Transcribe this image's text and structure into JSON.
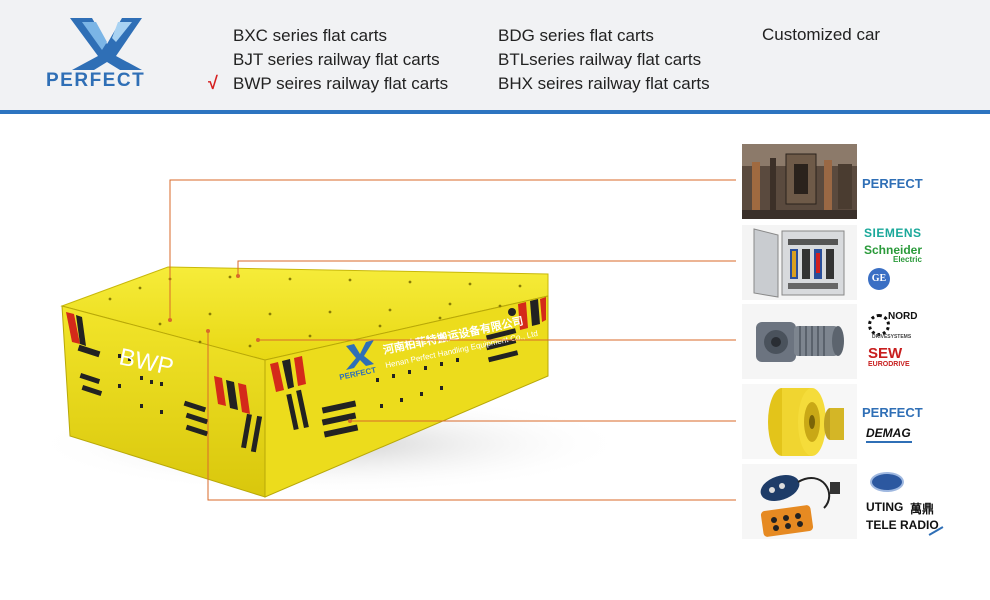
{
  "brand": {
    "logo_text": "PERFECT",
    "primary_color": "#2d74c0",
    "cart_color": "#f0e51f",
    "check_color": "#d62020"
  },
  "nav": {
    "items": [
      {
        "label": "BXC series flat carts"
      },
      {
        "label": "BJT series railway flat carts"
      },
      {
        "label": "BWP seires railway flat carts",
        "selected": true
      },
      {
        "label": "BDG series flat carts"
      },
      {
        "label": "BTLseries railway flat carts"
      },
      {
        "label": "BHX seires railway flat carts"
      },
      {
        "label": "Customized  car"
      }
    ],
    "check_mark": "√"
  },
  "cart": {
    "model": "BWP",
    "company_cn": "河南柏菲特搬运设备有限公司",
    "company_en": "Henan Perfect Handling Equipment Co., Ltd",
    "logo_text": "PERFECT"
  },
  "components": [
    {
      "name": "steel-structure",
      "brands": [
        "PERFECT"
      ]
    },
    {
      "name": "electric-cabinet",
      "brands": [
        "SIEMENS",
        "Schneider",
        "Electric",
        "GE"
      ]
    },
    {
      "name": "gear-motor",
      "brands": [
        "NORD",
        "DRIVESYSTEMS",
        "SEW",
        "EURODRIVE"
      ]
    },
    {
      "name": "wheel",
      "brands": [
        "PERFECT",
        "DEMAG"
      ]
    },
    {
      "name": "remote-control",
      "brands": [
        "UTING",
        "萬鼎",
        "TELE RADIO"
      ]
    }
  ]
}
